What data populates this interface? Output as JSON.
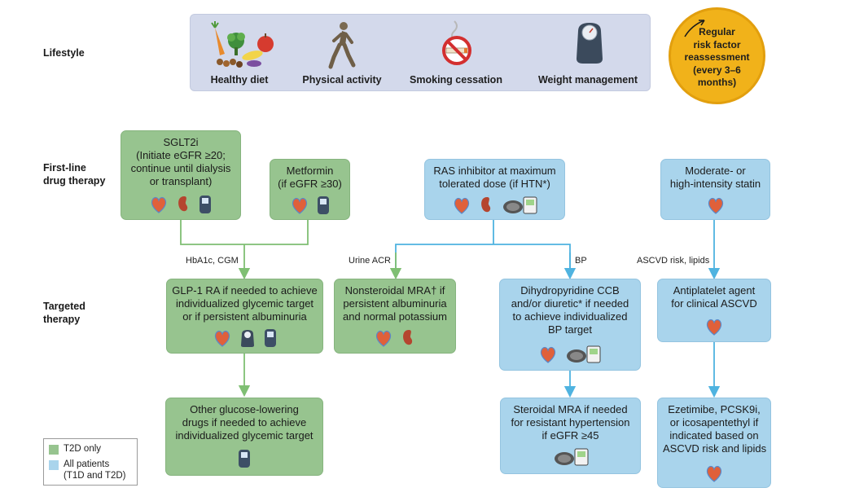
{
  "rows": {
    "lifestyle": "Lifestyle",
    "first_line_1": "First-line",
    "first_line_2": "drug therapy",
    "targeted_1": "Targeted",
    "targeted_2": "therapy"
  },
  "lifestyle_items": [
    "Healthy diet",
    "Physical activity",
    "Smoking cessation",
    "Weight management"
  ],
  "reassessment": [
    "Regular",
    "risk factor",
    "reassessment",
    "(every 3–6",
    "months)"
  ],
  "boxes": {
    "sglt2i": [
      "SGLT2i",
      "(Initiate eGFR ≥20;",
      "continue until dialysis",
      "or transplant)"
    ],
    "metformin": [
      "Metformin",
      "(if eGFR ≥30)"
    ],
    "ras": [
      "RAS inhibitor at maximum",
      "tolerated dose (if HTN*)"
    ],
    "statin": [
      "Moderate- or",
      "high-intensity statin"
    ],
    "glp1": [
      "GLP-1 RA if needed to achieve",
      "individualized glycemic target",
      "or if persistent albuminuria"
    ],
    "mra": [
      "Nonsteroidal MRA† if",
      "persistent albuminuria",
      "and normal potassium"
    ],
    "ccb": [
      "Dihydropyridine CCB",
      "and/or diuretic* if needed",
      "to achieve individualized",
      "BP target"
    ],
    "antiplatelet": [
      "Antiplatelet agent",
      "for clinical ASCVD"
    ],
    "other_glucose": [
      "Other glucose-lowering",
      "drugs if needed to achieve",
      "individualized glycemic target"
    ],
    "steroidal_mra": [
      "Steroidal MRA if needed",
      "for resistant hypertension",
      "if eGFR ≥45"
    ],
    "ezetimibe": [
      "Ezetimibe, PCSK9i,",
      "or icosapentethyl if",
      "indicated based on",
      "ASCVD risk and lipids"
    ]
  },
  "edge_labels": {
    "hba1c": "HbA1c, CGM",
    "urine_acr": "Urine ACR",
    "bp": "BP",
    "ascvd": "ASCVD risk, lipids"
  },
  "legend": {
    "t2d": "T2D only",
    "all_1": "All patients",
    "all_2": "(T1D and T2D)"
  },
  "colors": {
    "green_box": "#97c48f",
    "blue_box": "#a9d4ec",
    "green_line": "#7fbf73",
    "blue_line": "#4fb3e0",
    "reassess": "#f1b21a",
    "lifestyle_panel": "#d3d9eb"
  },
  "icons": [
    "heart-icon",
    "kidney-icon",
    "glucose-meter-icon",
    "scale-icon",
    "bp-monitor-icon",
    "diet-icon",
    "runner-icon",
    "no-smoking-icon"
  ]
}
